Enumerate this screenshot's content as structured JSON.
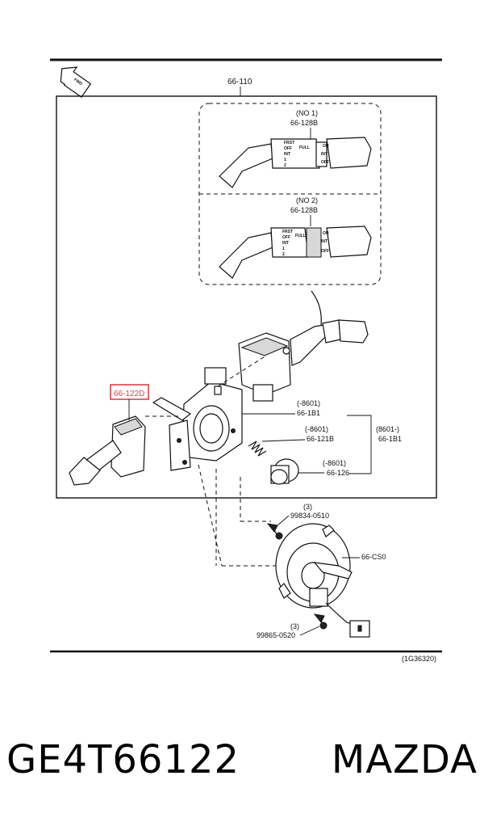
{
  "diagram": {
    "assembly_code": "66-110",
    "variant_1": {
      "label": "(NO 1)",
      "part": "66-128B"
    },
    "variant_2": {
      "label": "(NO 2)",
      "part": "66-128B"
    },
    "switch_positions_1": [
      "FRST",
      "OFF",
      "INT",
      "1",
      "2"
    ],
    "switch_positions_1_extra": "FULL",
    "switch_modes_1": [
      "ON",
      "INT",
      "OFF"
    ],
    "switch_positions_2": [
      "FRST",
      "OFF",
      "INT",
      "1",
      "2"
    ],
    "switch_positions_2_extra": "FULL",
    "switch_modes_2": [
      "ON",
      "INT",
      "OFF"
    ],
    "highlighted_part": "66-122D",
    "callout_a": {
      "date": "(-8601)",
      "part": "66-1B1"
    },
    "callout_b": {
      "date": "(-8601)",
      "part": "66-121B"
    },
    "callout_c": {
      "date": "(8601-)",
      "part": "66-1B1"
    },
    "callout_d": {
      "date": "(-8601)",
      "part": "66-126"
    },
    "screw_1": {
      "qty": "(3)",
      "part": "99834-0510"
    },
    "clockspring": "66-CS0",
    "screw_2": {
      "qty": "(3)",
      "part": "99865-0520"
    },
    "figure_ref": "(1G36320)",
    "fwd_label": "FWD"
  },
  "footer": {
    "part_number": "GE4T66122",
    "brand": "MAZDA"
  },
  "colors": {
    "highlight": "#e0404a",
    "ink": "#111111"
  }
}
